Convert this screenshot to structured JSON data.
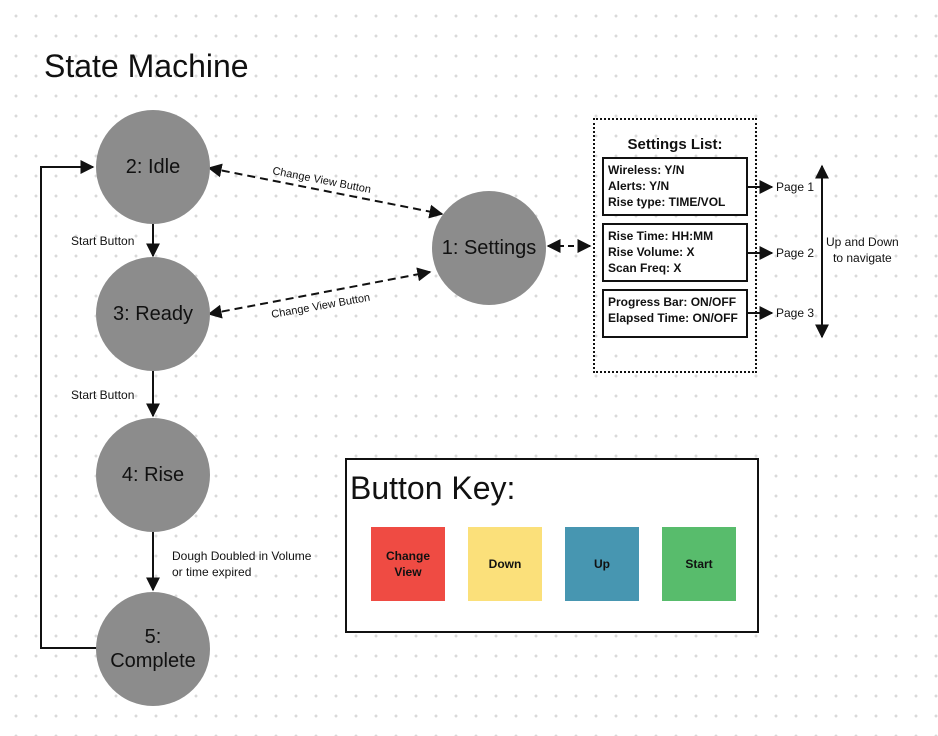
{
  "title": "State Machine",
  "states": [
    {
      "id": "settings",
      "label": "1: Settings"
    },
    {
      "id": "idle",
      "label": "2: Idle"
    },
    {
      "id": "ready",
      "label": "3: Ready"
    },
    {
      "id": "rise",
      "label": "4: Rise"
    },
    {
      "id": "complete",
      "label": "5:\nComplete"
    }
  ],
  "edge_labels": {
    "idle_to_ready": "Start Button",
    "ready_to_rise": "Start Button",
    "rise_to_complete": "Dough Doubled in Volume\nor time expired",
    "idle_settings": "Change View Button",
    "ready_settings": "Change View Button"
  },
  "settings_list": {
    "title": "Settings List:",
    "pages": [
      {
        "label": "Page 1",
        "items": [
          "Wireless: Y/N",
          "Alerts: Y/N",
          "Rise type: TIME/VOL"
        ]
      },
      {
        "label": "Page 2",
        "items": [
          "Rise Time: HH:MM",
          "Rise Volume: X",
          "Scan Freq: X"
        ]
      },
      {
        "label": "Page 3",
        "items": [
          "Progress Bar: ON/OFF",
          "Elapsed Time: ON/OFF"
        ]
      }
    ],
    "navigate_label": "Up and Down\nto navigate"
  },
  "button_key": {
    "title": "Button Key:",
    "buttons": [
      {
        "label": "Change\nView",
        "color": "#ef4b43"
      },
      {
        "label": "Down",
        "color": "#fbe07a"
      },
      {
        "label": "Up",
        "color": "#4796b1"
      },
      {
        "label": "Start",
        "color": "#58bc6c"
      }
    ]
  },
  "colors": {
    "state_fill": "#8c8c8c",
    "line": "#111111"
  }
}
